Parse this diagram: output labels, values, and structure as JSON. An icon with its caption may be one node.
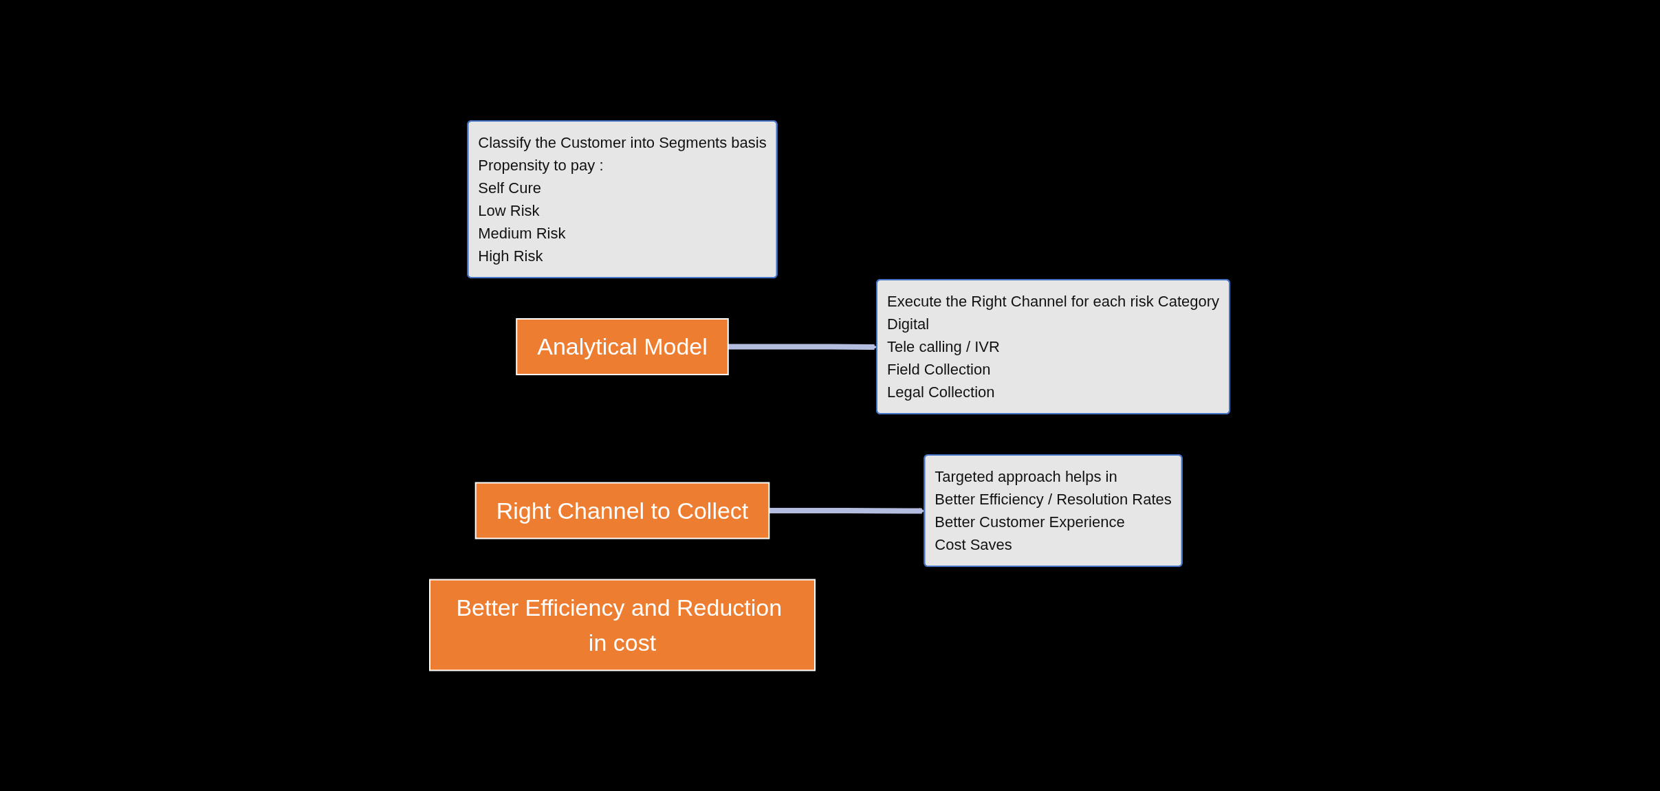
{
  "diagram": {
    "nodes": [
      {
        "text": [
          "Classify the Customer into Segments basis",
          "Propensity to pay :",
          "Self Cure",
          "Low Risk",
          "Medium Risk",
          "High Risk"
        ]
      },
      {
        "text": [
          "Analytical Model"
        ]
      },
      {
        "text": [
          "Execute the Right Channel for each risk Category",
          "Digital",
          "Tele calling / IVR",
          "Field Collection",
          "Legal Collection"
        ]
      },
      {
        "text": [
          "Right Channel to Collect"
        ]
      },
      {
        "text": [
          "Targeted approach helps in",
          "Better Efficiency / Resolution Rates",
          "Better Customer Experience",
          "Cost Saves"
        ]
      },
      {
        "text": [
          "Better Efficiency and Reduction in cost"
        ]
      }
    ],
    "edges": [
      {
        "from": 1,
        "to": 2,
        "arrow": "to"
      },
      {
        "from": 3,
        "to": 4,
        "arrow": "to"
      }
    ]
  }
}
